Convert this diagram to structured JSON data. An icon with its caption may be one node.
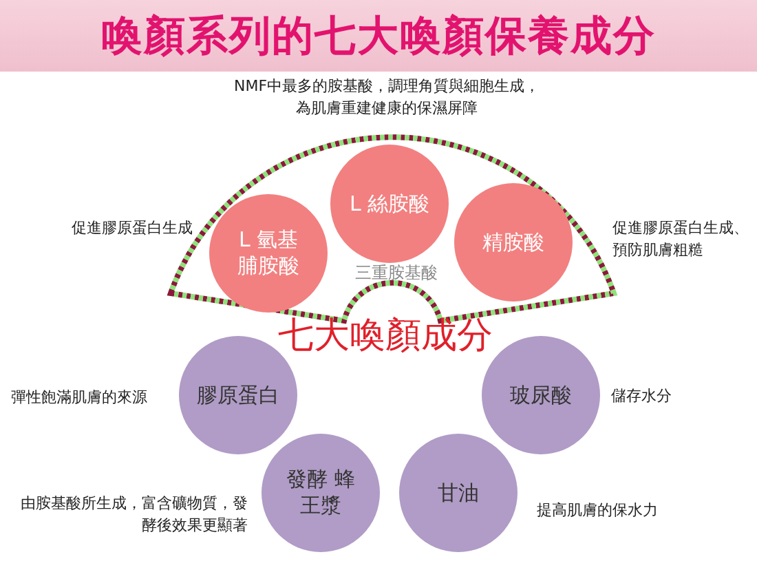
{
  "diagram": {
    "title": "喚顏系列的七大喚顏保養成分",
    "nodes": [
      {
        "text": [
          "三重胺基酸"
        ]
      },
      {
        "text": [
          "L 絲胺酸"
        ],
        "in": 0,
        "beside": [
          "NMF中最多的胺基酸，調理角質與細胞生成，為肌膚重建健康的保濕屏障"
        ]
      },
      {
        "text": [
          "L 氫基脯胺酸"
        ],
        "in": 0,
        "beside": [
          "促進膠原蛋白生成"
        ]
      },
      {
        "text": [
          "精胺酸"
        ],
        "in": 0,
        "beside": [
          "促進膠原蛋白生成、預防肌膚粗糙"
        ]
      },
      {
        "text": [
          "膠原蛋白"
        ],
        "beside": [
          "彈性飽滿肌膚的來源"
        ]
      },
      {
        "text": [
          "玻尿酸"
        ],
        "beside": [
          "儲存水分"
        ]
      },
      {
        "text": [
          "發酵 蜂王漿"
        ],
        "beside": [
          "由胺基酸所生成，富含礦物質，發酵後效果更顯著"
        ]
      },
      {
        "text": [
          "甘油"
        ],
        "beside": [
          "提高肌膚的保水力"
        ]
      }
    ],
    "labels": [
      "七大喚顏成分"
    ]
  }
}
